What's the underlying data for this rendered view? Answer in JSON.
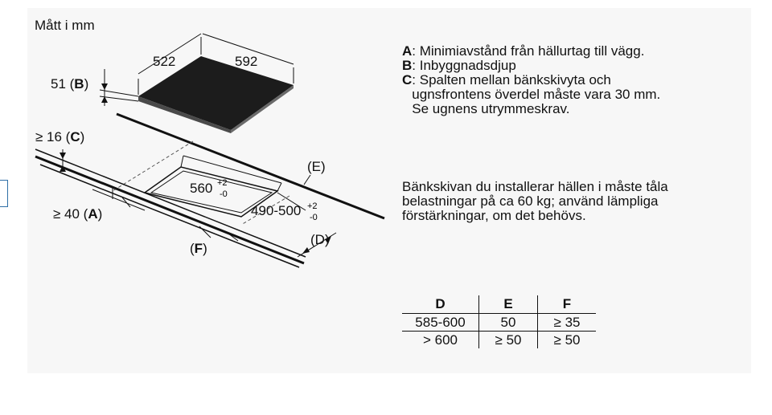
{
  "units_label": "Mått i mm",
  "diagram": {
    "dim_width": "522",
    "dim_depth": "592",
    "dim_b": "51 (",
    "b_key": "B",
    "close": ")",
    "dim_c": "≥ 16 (",
    "c_key": "C",
    "dim_a": "≥ 40 (",
    "a_key": "A",
    "cutout_width": "560",
    "cutout_depth": "490-500",
    "tol_plus": "+2",
    "tol_minus": "-0",
    "label_e": "(E)",
    "label_d": "(D)",
    "label_f_open": "(",
    "f_key": "F",
    "label_f_close": ")"
  },
  "legend": [
    {
      "key": "A",
      "text": ": Minimiavstånd från hällurtag till vägg."
    },
    {
      "key": "B",
      "text": ": Inbyggnadsdjup"
    },
    {
      "key": "C",
      "text": ": Spalten mellan bänkskivyta och\n  ugnsfrontens överdel måste vara 30 mm.\n  Se ugnens utrymmeskrav."
    }
  ],
  "note": "Bänkskivan du installerar hällen i måste tåla belastningar på ca 60 kg; använd lämpliga förstärkningar, om det behövs.",
  "table": {
    "headers": [
      "D",
      "E",
      "F"
    ],
    "rows": [
      [
        "585-600",
        "50",
        "≥ 35"
      ],
      [
        "> 600",
        "≥ 50",
        "≥ 50"
      ]
    ]
  }
}
